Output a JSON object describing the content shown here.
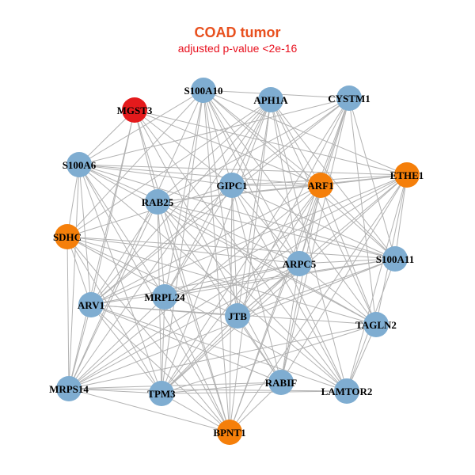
{
  "title": "COAD tumor",
  "subtitle": "adjusted p-value <2e-16",
  "colors": {
    "default": "#7fadd1",
    "highlight": "#f57f0a",
    "top": "#e41a1c",
    "edge": "#b2b2b2",
    "title": "#e8501e",
    "subtitle": "#e8101e"
  },
  "nodes": [
    {
      "id": "MGST3",
      "label": "MGST3",
      "group": "top"
    },
    {
      "id": "S100A10",
      "label": "S100A10",
      "group": "default"
    },
    {
      "id": "APH1A",
      "label": "APH1A",
      "group": "default"
    },
    {
      "id": "CYSTM1",
      "label": "CYSTM1",
      "group": "default"
    },
    {
      "id": "S100A6",
      "label": "S100A6",
      "group": "default"
    },
    {
      "id": "ETHE1",
      "label": "ETHE1",
      "group": "highlight"
    },
    {
      "id": "GIPC1",
      "label": "GIPC1",
      "group": "default"
    },
    {
      "id": "ARF1",
      "label": "ARF1",
      "group": "highlight"
    },
    {
      "id": "RAB25",
      "label": "RAB25",
      "group": "default"
    },
    {
      "id": "SDHC",
      "label": "SDHC",
      "group": "highlight"
    },
    {
      "id": "S100A11",
      "label": "S100A11",
      "group": "default"
    },
    {
      "id": "ARPC5",
      "label": "ARPC5",
      "group": "default"
    },
    {
      "id": "MRPL24",
      "label": "MRPL24",
      "group": "default"
    },
    {
      "id": "ARV1",
      "label": "ARV1",
      "group": "default"
    },
    {
      "id": "JTB",
      "label": "JTB",
      "group": "default"
    },
    {
      "id": "TAGLN2",
      "label": "TAGLN2",
      "group": "default"
    },
    {
      "id": "RABIF",
      "label": "RABIF",
      "group": "default"
    },
    {
      "id": "MRPS14",
      "label": "MRPS14",
      "group": "default"
    },
    {
      "id": "LAMTOR2",
      "label": "LAMTOR2",
      "group": "default"
    },
    {
      "id": "TPM3",
      "label": "TPM3",
      "group": "default"
    },
    {
      "id": "BPNT1",
      "label": "BPNT1",
      "group": "highlight"
    }
  ]
}
